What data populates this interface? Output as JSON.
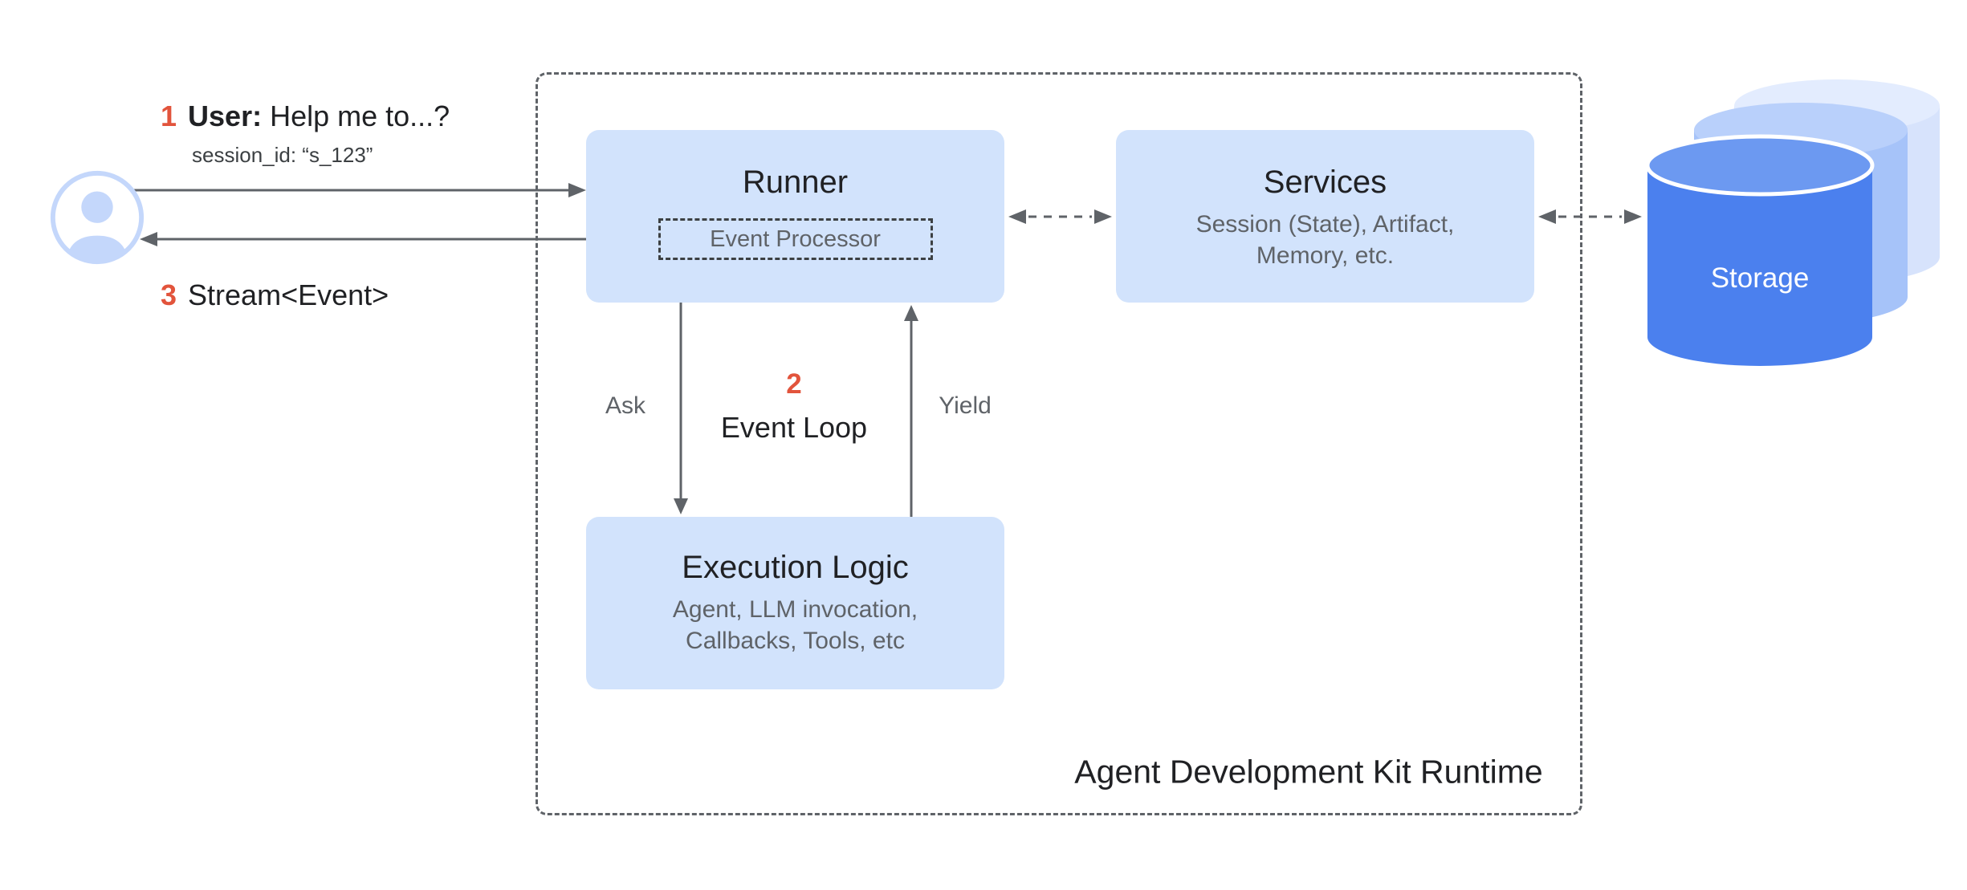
{
  "colors": {
    "box_bg": "#d2e3fc",
    "accent_red": "#e2543c",
    "storage_blue": "#4b80ee",
    "text_dark": "#202124",
    "text_gray": "#5f6368"
  },
  "user": {
    "step_number": "1",
    "speaker": "User:",
    "message": "Help me to...?",
    "session_id": "session_id: “s_123”",
    "stream_step_number": "3",
    "stream_label": "Stream<Event>"
  },
  "runtime": {
    "label": "Agent Development Kit Runtime",
    "runner": {
      "title": "Runner",
      "event_processor": "Event Processor"
    },
    "services": {
      "title": "Services",
      "subtitle": "Session (State), Artifact, Memory, etc."
    },
    "execution_logic": {
      "title": "Execution Logic",
      "subtitle": "Agent, LLM invocation, Callbacks, Tools, etc"
    },
    "event_loop": {
      "step_number": "2",
      "label": "Event Loop",
      "ask_label": "Ask",
      "yield_label": "Yield"
    }
  },
  "storage": {
    "label": "Storage"
  }
}
